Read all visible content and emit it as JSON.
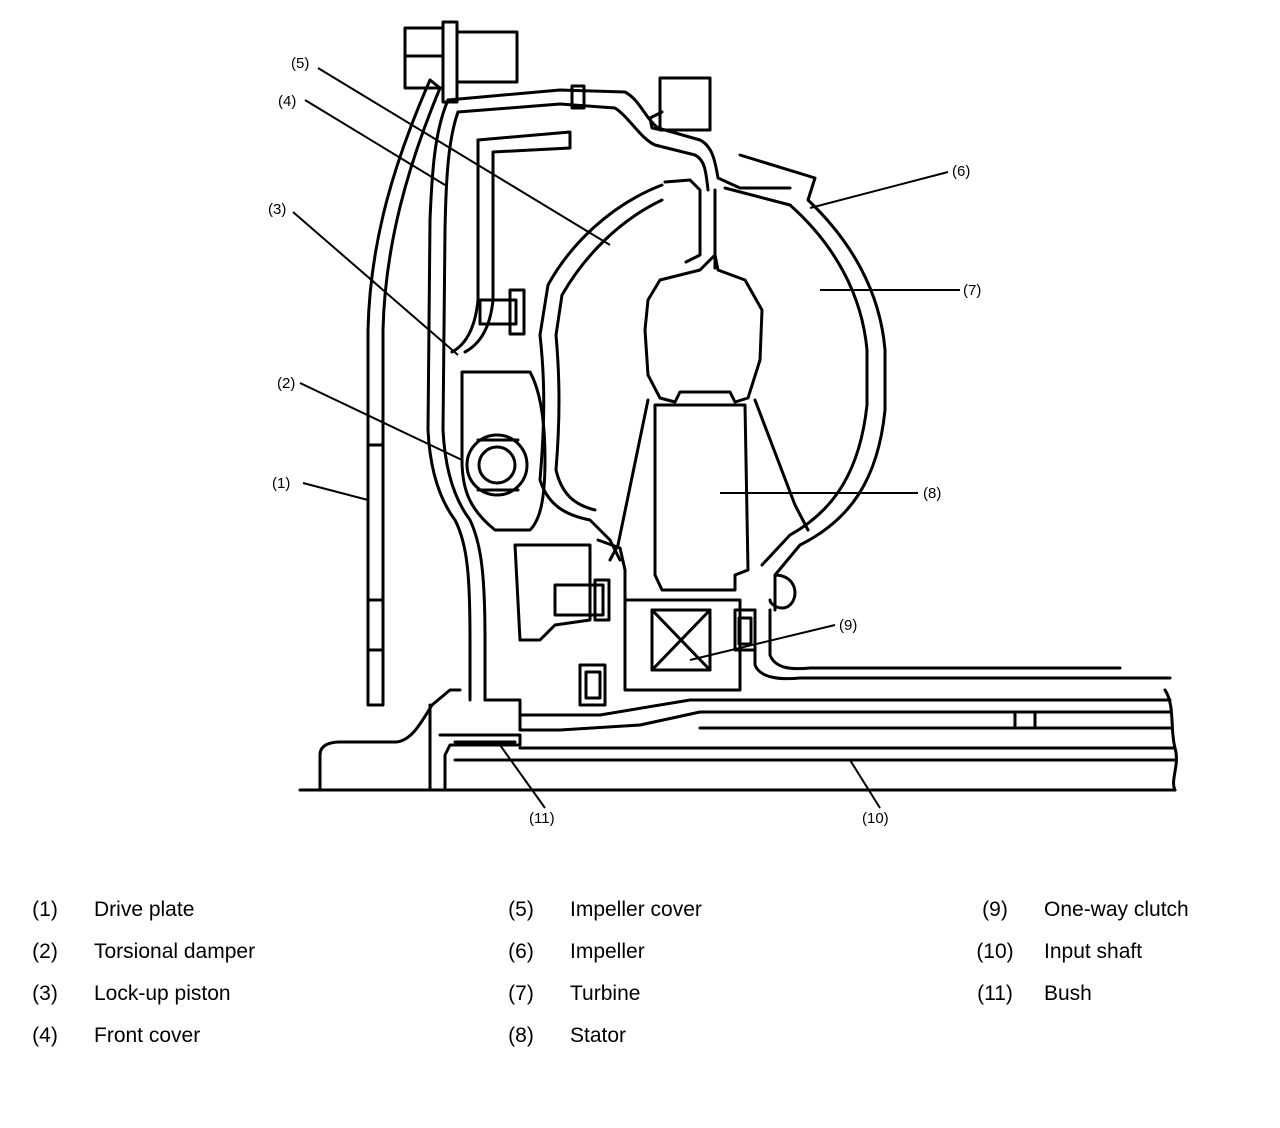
{
  "callouts": {
    "c1": "(1)",
    "c2": "(2)",
    "c3": "(3)",
    "c4": "(4)",
    "c5": "(5)",
    "c6": "(6)",
    "c7": "(7)",
    "c8": "(8)",
    "c9": "(9)",
    "c10": "(10)",
    "c11": "(11)"
  },
  "legend": [
    {
      "num": "(1)",
      "name": "Drive plate"
    },
    {
      "num": "(2)",
      "name": "Torsional damper"
    },
    {
      "num": "(3)",
      "name": "Lock-up piston"
    },
    {
      "num": "(4)",
      "name": "Front cover"
    },
    {
      "num": "(5)",
      "name": "Impeller cover"
    },
    {
      "num": "(6)",
      "name": "Impeller"
    },
    {
      "num": "(7)",
      "name": "Turbine"
    },
    {
      "num": "(8)",
      "name": "Stator"
    },
    {
      "num": "(9)",
      "name": "One-way clutch"
    },
    {
      "num": "(10)",
      "name": "Input shaft"
    },
    {
      "num": "(11)",
      "name": "Bush"
    }
  ]
}
